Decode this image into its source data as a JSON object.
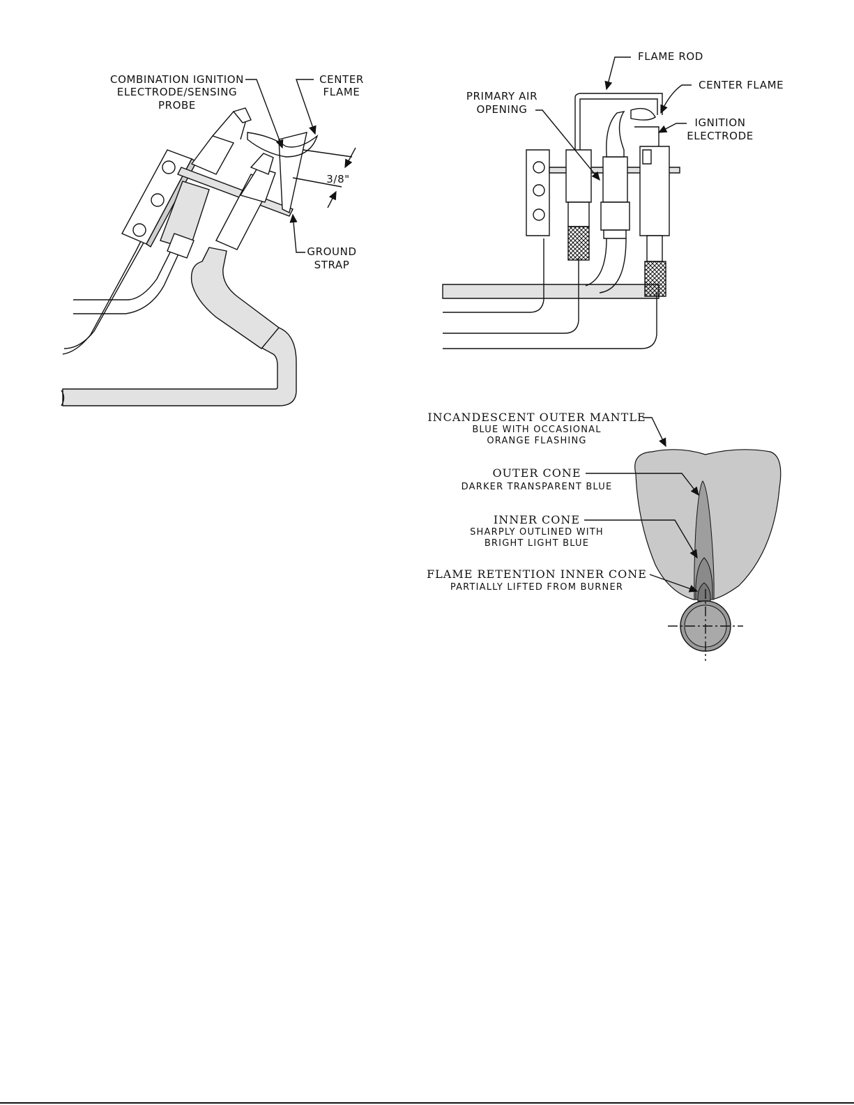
{
  "diagram_left": {
    "labels": {
      "combination_line1": "COMBINATION IGNITION",
      "combination_line2": "ELECTRODE/SENSING",
      "combination_line3": "PROBE",
      "center_flame_line1": "CENTER",
      "center_flame_line2": "FLAME",
      "dimension": "3/8\"",
      "ground_strap_line1": "GROUND",
      "ground_strap_line2": "STRAP"
    }
  },
  "diagram_right": {
    "labels": {
      "flame_rod": "FLAME ROD",
      "center_flame": "CENTER FLAME",
      "primary_air_line1": "PRIMARY AIR",
      "primary_air_line2": "OPENING",
      "ignition_line1": "IGNITION",
      "ignition_line2": "ELECTRODE"
    }
  },
  "flame_diagram": {
    "outer_mantle": {
      "title": "INCANDESCENT OUTER MANTLE",
      "desc_line1": "BLUE WITH OCCASIONAL",
      "desc_line2": "ORANGE FLASHING"
    },
    "outer_cone": {
      "title": "OUTER CONE",
      "desc_line1": "DARKER TRANSPARENT BLUE"
    },
    "inner_cone": {
      "title": "INNER CONE",
      "desc_line1": "SHARPLY OUTLINED WITH",
      "desc_line2": "BRIGHT LIGHT BLUE"
    },
    "retention_cone": {
      "title": "FLAME RETENTION INNER CONE",
      "desc_line1": "PARTIALLY LIFTED FROM BURNER"
    }
  }
}
